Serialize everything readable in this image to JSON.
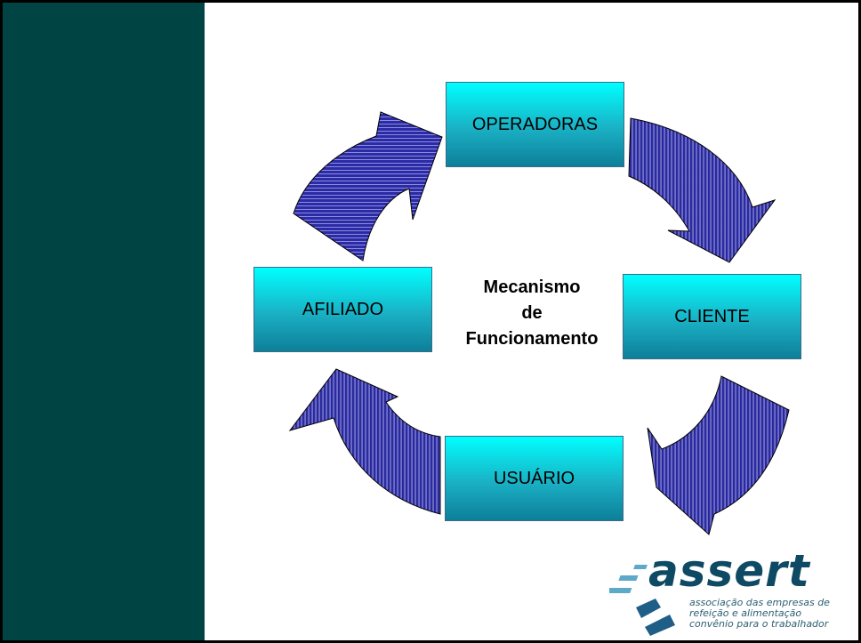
{
  "diagram": {
    "nodes": {
      "operadoras": "OPERADORAS",
      "cliente": "CLIENTE",
      "usuario": "USUÁRIO",
      "afiliado": "AFILIADO"
    },
    "center": {
      "line1": "Mecanismo",
      "line2": "de",
      "line3": "Funcionamento"
    }
  },
  "logo": {
    "word": "assert",
    "tagline": [
      "associação das empresas de",
      "refeição e alimentação",
      "convênio para o trabalhador"
    ]
  },
  "colors": {
    "sidebar": "#004444",
    "node_fill_top": "#00ffff",
    "node_fill_bottom": "#0d7f99",
    "arrow_fill": "#2a2aa6",
    "logo_text": "#0e4a63"
  }
}
